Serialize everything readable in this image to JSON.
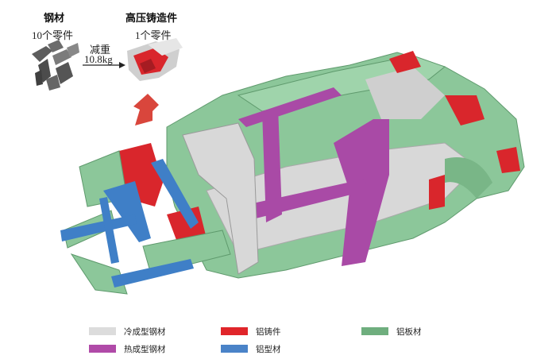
{
  "header": {
    "steel_title": "钢材",
    "steel_parts": "10个零件",
    "reduce_label": "减重",
    "reduce_value": "10.8kg",
    "casting_title": "高压铸造件",
    "casting_parts": "1个零件"
  },
  "legend": {
    "items": [
      {
        "label": "冷成型钢材",
        "color": "#dcdcdc"
      },
      {
        "label": "铝铸件",
        "color": "#e0252a"
      },
      {
        "label": "铝板材",
        "color": "#6fae7e"
      },
      {
        "label": "热成型钢材",
        "color": "#b04aa8"
      },
      {
        "label": "铝型材",
        "color": "#4a83c8"
      }
    ]
  },
  "colors": {
    "cold_steel": "#d8d8d8",
    "hot_steel": "#a94aa6",
    "al_casting": "#d9262c",
    "al_profile": "#3f7fc7",
    "al_sheet": "#8cc79a",
    "arrow": "#d9463c"
  }
}
